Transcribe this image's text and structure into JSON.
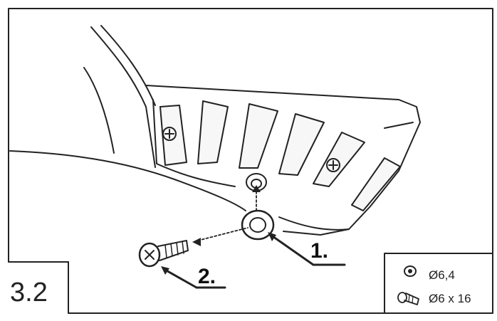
{
  "step": {
    "number": "3.2"
  },
  "callouts": [
    {
      "label": "1."
    },
    {
      "label": "2."
    }
  ],
  "legend": {
    "washer": {
      "icon": "washer-icon",
      "text": "Ø6,4"
    },
    "screw": {
      "icon": "screw-icon",
      "text": "Ø6 x 16"
    }
  }
}
